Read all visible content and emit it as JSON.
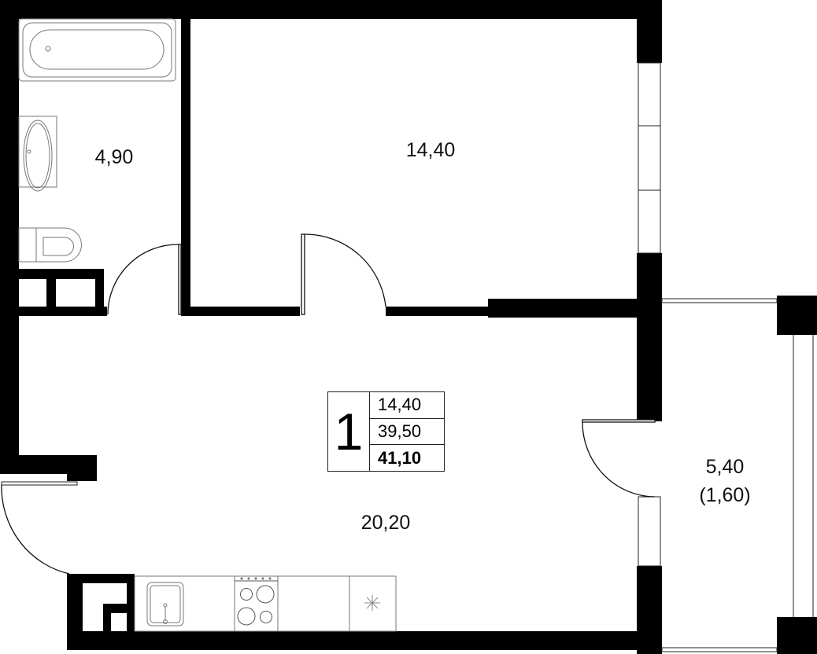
{
  "rooms": {
    "bathroom_area": "4,90",
    "bedroom_area": "14,40",
    "kitchen_living_area": "20,20",
    "balcony_area": "5,40",
    "balcony_reduced_area": "(1,60)"
  },
  "summary": {
    "room_count": "1",
    "living_area": "14,40",
    "area_without_balcony": "39,50",
    "total_area": "41,10"
  },
  "colors": {
    "wall": "#000000",
    "line": "#222222",
    "fixture": "#666666"
  }
}
